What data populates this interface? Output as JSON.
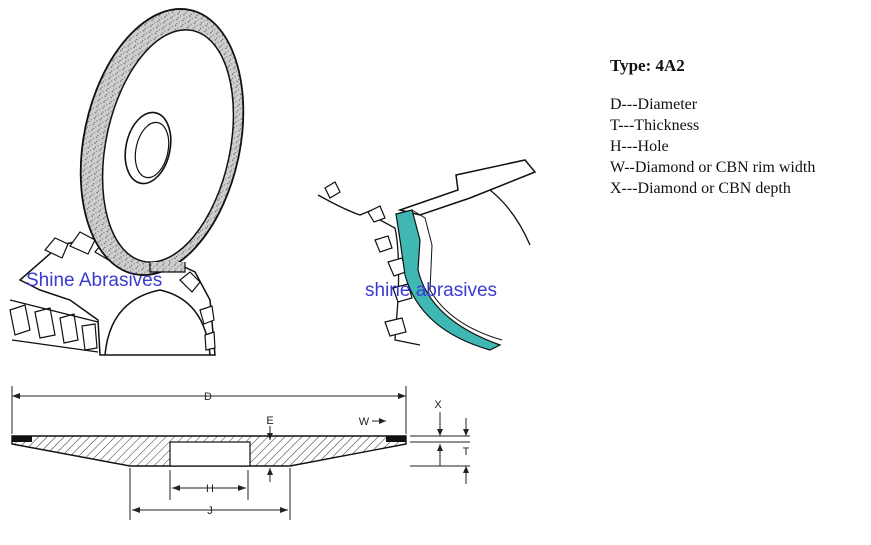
{
  "spec": {
    "type_label": "Type: 4A2",
    "items": [
      "D---Diameter",
      "T---Thickness",
      "H---Hole",
      "W--Diamond or CBN rim width",
      "X---Diamond or CBN depth"
    ]
  },
  "watermarks": {
    "left": "Shine Abrasives",
    "right": "shine abrasives"
  },
  "dimension_labels": {
    "d": "D",
    "e": "E",
    "w": "W",
    "x": "X",
    "t": "T",
    "h": "H",
    "j": "J"
  },
  "colors": {
    "rim_teal": "#3fb8b4",
    "watermark_blue": "#3a3ad0"
  }
}
